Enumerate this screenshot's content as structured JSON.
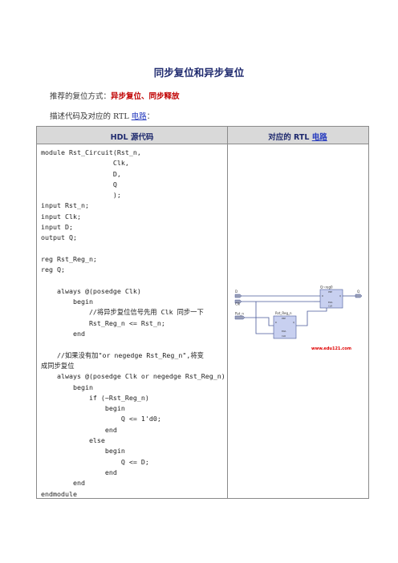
{
  "doc": {
    "title": "同步复位和异步复位",
    "intro_prefix": "推荐的复位方式：",
    "intro_highlight": "异步复位、同步释放",
    "desc_prefix": "描述代码及对应的 RTL ",
    "desc_link": "电路",
    "desc_suffix": "："
  },
  "table": {
    "header_code": "HDL 源代码",
    "header_rtl_prefix": "对应的 RTL ",
    "header_rtl_link": "电路",
    "code_lines": [
      "module Rst_Circuit(Rst_n,",
      "                  Clk,",
      "                  D,",
      "                  Q",
      "                  );",
      "input Rst_n;",
      "input Clk;",
      "input D;",
      "output Q;",
      "",
      "reg Rst_Reg_n;",
      "reg Q;",
      "",
      "    always @(posedge Clk)",
      "        begin",
      "            //将异步复位信号先用 Clk 同步一下",
      "            Rst_Reg_n <= Rst_n;",
      "        end",
      "",
      "    //如果没有加\"or negedge Rst_Reg_n\",将变",
      "成同步复位",
      "    always @(posedge Clk or negedge Rst_Reg_n)",
      "        begin",
      "            if (~Rst_Reg_n)",
      "                begin",
      "                    Q <= 1'd0;",
      "                end",
      "            else",
      "                begin",
      "                    Q <= D;",
      "                end",
      "        end",
      "endmodule"
    ]
  },
  "circuit": {
    "in_d": "D",
    "in_clk": "Clk",
    "in_rst": "Rst_n",
    "out_q": "Q",
    "reg_q_label": "Q~reg0",
    "reg_rst_label": "Rst_Reg_n",
    "ff_pre": "PRE",
    "ff_d": "D",
    "ff_q": "Q",
    "ff_ena": "ENA",
    "ff_clr": "CLR",
    "watermark": "www.edu121.com",
    "colors": {
      "wire": "#4a5a9a",
      "box_fill": "#c8d0f0",
      "box_stroke": "#4a5a9a",
      "port_fill": "#9aa0b8",
      "watermark": "#e00000"
    }
  }
}
